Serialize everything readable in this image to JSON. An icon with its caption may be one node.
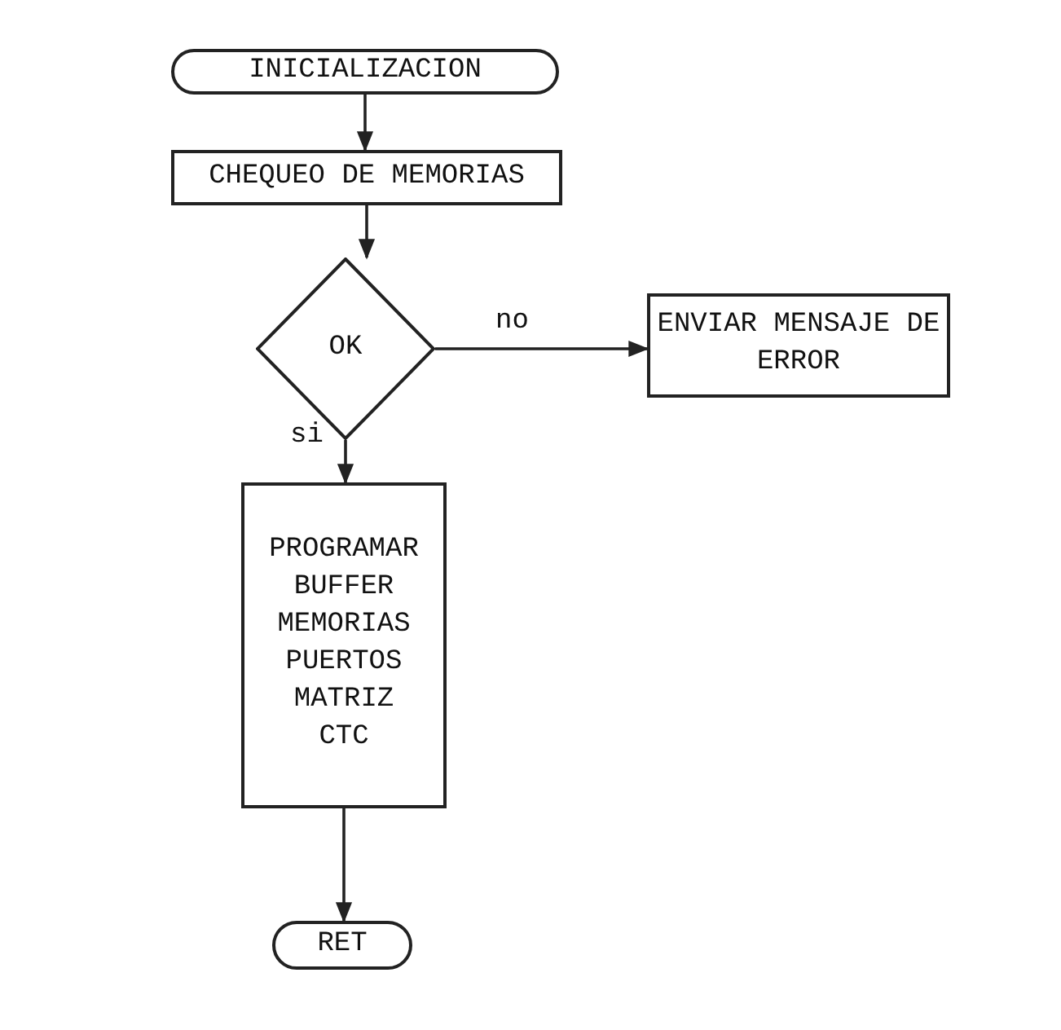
{
  "diagram": {
    "nodes": [
      {
        "text": [
          "INICIALIZACION"
        ]
      },
      {
        "text": [
          "CHEQUEO DE MEMORIAS"
        ]
      },
      {
        "text": [
          "OK"
        ]
      },
      {
        "text": [
          "ENVIAR MENSAJE DE ERROR"
        ]
      },
      {
        "text": [
          "PROGRAMAR",
          "BUFFER",
          "MEMORIAS",
          "PUERTOS",
          "MATRIZ",
          "CTC"
        ]
      },
      {
        "text": [
          "RET"
        ]
      }
    ],
    "edges": [
      {
        "from": 0,
        "to": 1,
        "arrow": "to"
      },
      {
        "from": 1,
        "to": 2,
        "arrow": "to"
      },
      {
        "from": 2,
        "to": 3,
        "arrow": "to",
        "label": "no"
      },
      {
        "from": 2,
        "to": 4,
        "arrow": "to",
        "label": "si"
      },
      {
        "from": 4,
        "to": 5,
        "arrow": "to"
      }
    ]
  }
}
